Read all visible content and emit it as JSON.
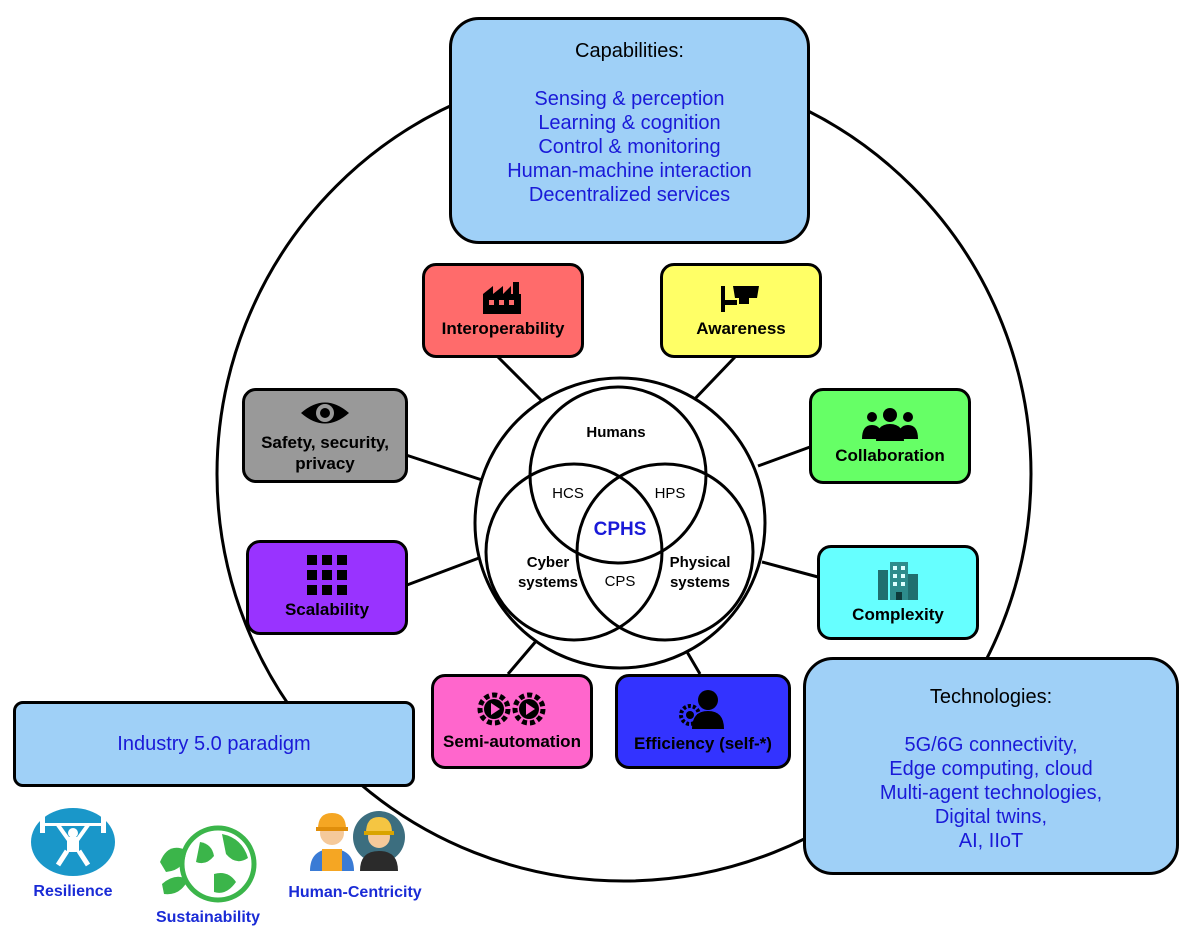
{
  "capabilities": {
    "heading": "Capabilities:",
    "items": [
      "Sensing & perception",
      "Learning & cognition",
      "Control & monitoring",
      "Human-machine interaction",
      "Decentralized services"
    ]
  },
  "technologies": {
    "heading": "Technologies:",
    "items": [
      "5G/6G connectivity,",
      "Edge computing, cloud",
      "Multi-agent technologies,",
      "Digital twins,",
      "AI, IIoT"
    ]
  },
  "paradigm": {
    "label": "Industry 5.0 paradigm"
  },
  "venn": {
    "humans": "Humans",
    "cyber": "Cyber systems",
    "physical": "Physical systems",
    "hcs": "HCS",
    "hps": "HPS",
    "cps": "CPS",
    "center": "CPHS"
  },
  "features": {
    "interoperability": {
      "label": "Interoperability",
      "color": "#ff6b6b",
      "icon": "factory-icon"
    },
    "awareness": {
      "label": "Awareness",
      "color": "#ffff66",
      "icon": "security-camera-icon"
    },
    "safety": {
      "label": "Safety, security, privacy",
      "color": "#999999",
      "icon": "eye-icon"
    },
    "collaboration": {
      "label": "Collaboration",
      "color": "#66ff66",
      "icon": "group-icon"
    },
    "scalability": {
      "label": "Scalability",
      "color": "#9933ff",
      "icon": "grid-icon"
    },
    "complexity": {
      "label": "Complexity",
      "color": "#66ffff",
      "icon": "buildings-icon"
    },
    "semi_automation": {
      "label": "Semi-automation",
      "color": "#ff66cc",
      "icon": "gears-icon"
    },
    "efficiency": {
      "label": "Efficiency (self-*)",
      "color": "#3333ff",
      "icon": "user-gear-icon"
    }
  },
  "pillars": {
    "resilience": "Resilience",
    "sustainability": "Sustainability",
    "human_centricity": "Human-Centricity"
  }
}
